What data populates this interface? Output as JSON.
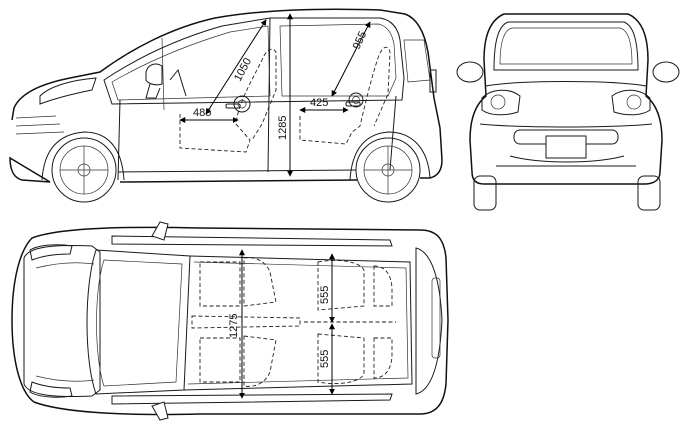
{
  "dimensions": {
    "side_front_diagonal": "1050",
    "side_front_seat_depth": "485",
    "side_interior_height": "1285",
    "side_rear_seat_depth": "425",
    "side_rear_diagonal": "955",
    "top_interior_width": "1275",
    "top_rear_half_upper": "555",
    "top_rear_half_lower": "555"
  },
  "colors": {
    "line": "#1a1a1a",
    "background": "#ffffff"
  }
}
